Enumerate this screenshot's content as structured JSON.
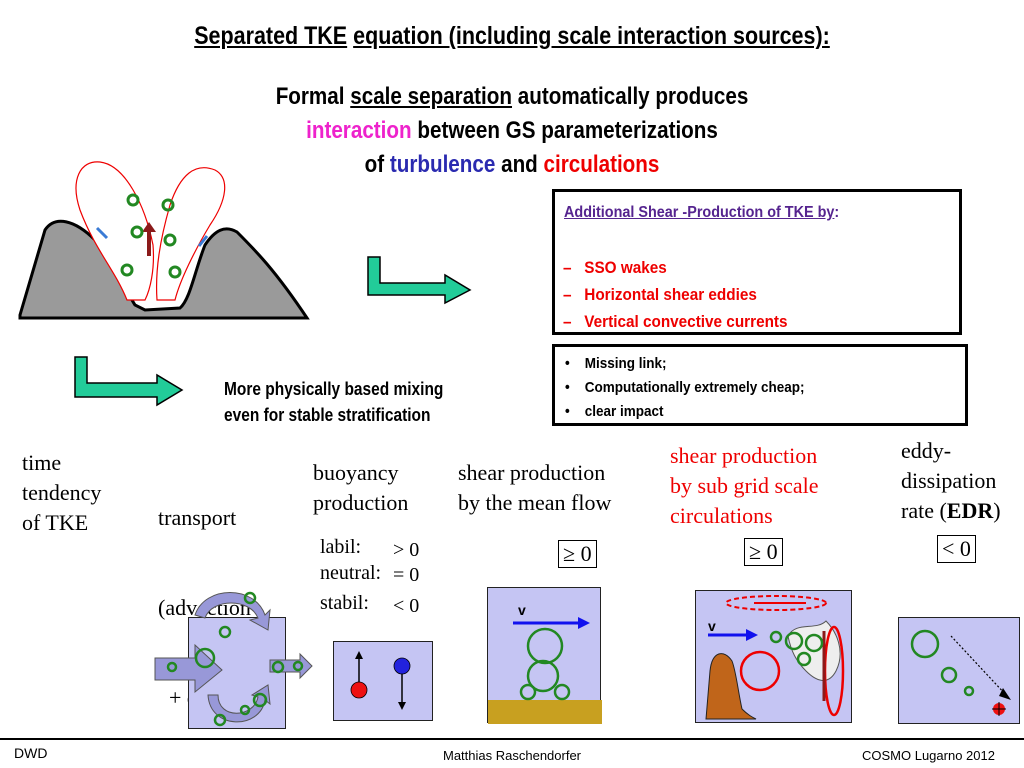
{
  "title": {
    "part1": "Separated TKE",
    "part2": "equation (including scale interaction sources):"
  },
  "subtitle": {
    "line1_a": "Formal ",
    "line1_b": "scale separation",
    "line1_c": " automatically produces",
    "line2_a": "interaction",
    "line2_b": " between GS parameterizations",
    "line3_a": "of ",
    "line3_b": "turbulence",
    "line3_c": " and ",
    "line3_d": "circulations"
  },
  "shear_box": {
    "header": "Additional  Shear -Production of TKE by",
    "header_colon": ":",
    "items": [
      "SSO wakes",
      "Horizontal shear eddies",
      "Vertical convective currents"
    ],
    "bullet": "–"
  },
  "benefits_box": {
    "bullet": "•",
    "items": [
      "Missing link;",
      "Computationally extremely cheap;",
      "clear impact"
    ]
  },
  "mixing_text": {
    "line1": "More physically based mixing",
    "line2": "even for stable stratification"
  },
  "terms": {
    "time_tendency": [
      "time",
      "tendency",
      "of TKE"
    ],
    "transport": [
      "transport",
      "(advection",
      "  + diffusion)"
    ],
    "buoyancy": [
      "buoyancy",
      "production"
    ],
    "shear_mean": [
      "shear production",
      "by the mean flow"
    ],
    "shear_sgs": [
      "shear production",
      "by sub grid scale",
      "circulations"
    ],
    "dissipation_1": "eddy-",
    "dissipation_2": "dissipation",
    "dissipation_3a": "rate (",
    "dissipation_3b": "EDR",
    "dissipation_3c": ")"
  },
  "stability": {
    "labil": "labil:",
    "labil_sign": "> 0",
    "neutral": "neutral:",
    "neutral_sign": "= 0",
    "stabil": "stabil:",
    "stabil_sign": "< 0"
  },
  "signs": {
    "shear_mean": "≥ 0",
    "shear_sgs": "≥ 0",
    "dissipation": "< 0"
  },
  "panel_labels": {
    "v_mean": "v",
    "v_sgs": "v"
  },
  "footer": {
    "left": "DWD",
    "center": "Matthias Raschendorfer",
    "right": "COSMO Lugarno 2012"
  },
  "colors": {
    "panel_bg": "#c5c5f3",
    "mountain": "#9a9a9a",
    "arrow_green": "#22cc99",
    "eddy_green": "#228822",
    "accent_red": "#ee0000",
    "accent_pink": "#ee22cc",
    "accent_blue": "#2a2ab0",
    "header_purple": "#55248f"
  }
}
